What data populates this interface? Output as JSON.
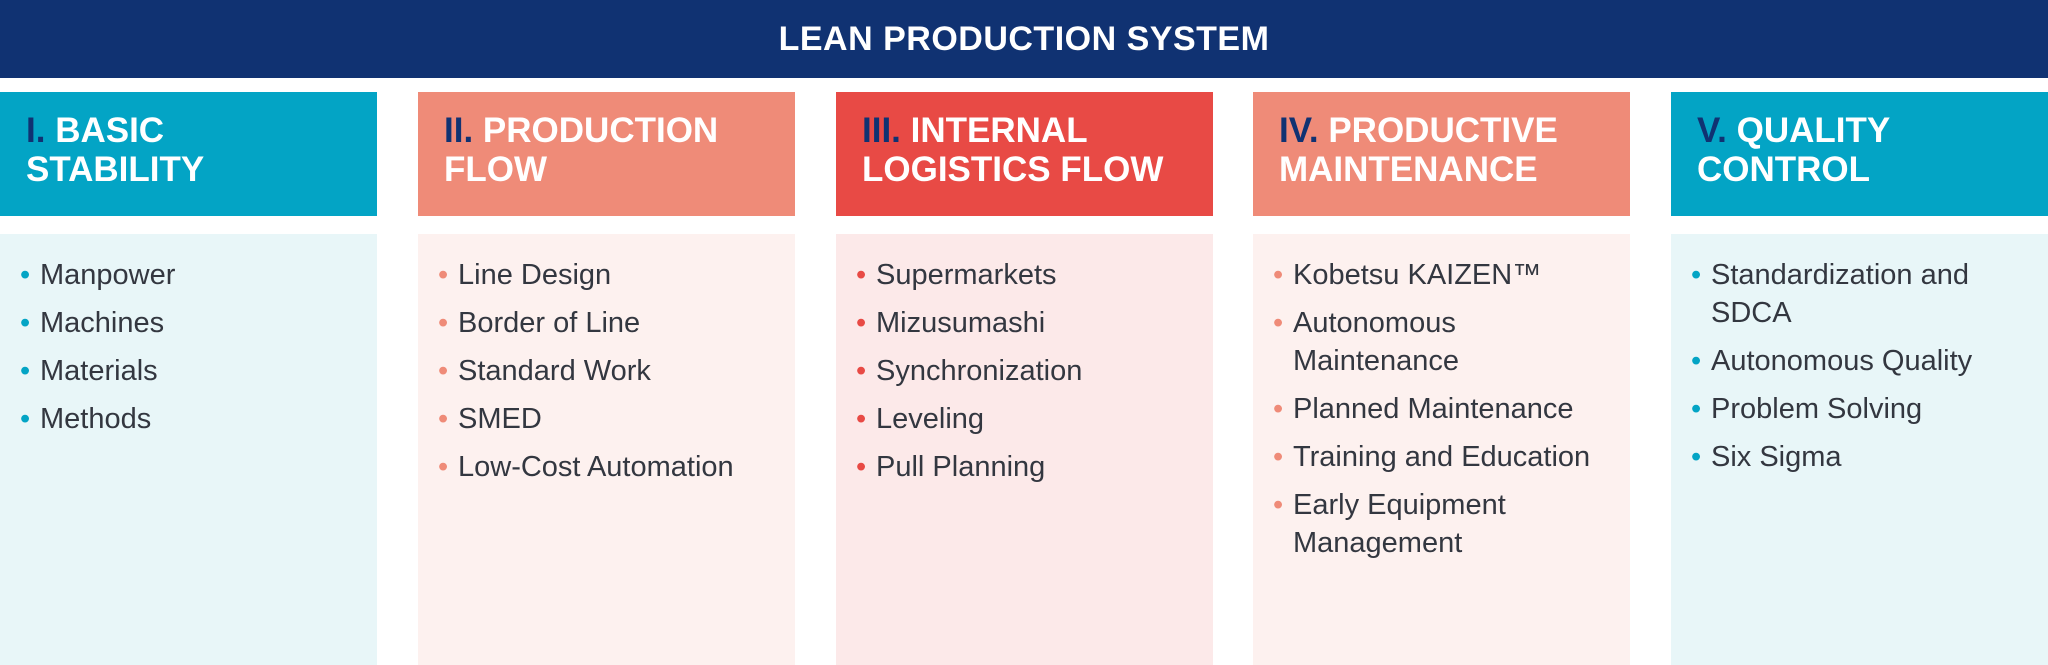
{
  "banner": {
    "title": "LEAN PRODUCTION SYSTEM"
  },
  "columns": [
    {
      "numeral": "I.",
      "title_line1": "BASIC",
      "title_line2": "STABILITY",
      "items": [
        "Manpower",
        "Machines",
        "Materials",
        "Methods"
      ]
    },
    {
      "numeral": "II.",
      "title_line1": "PRODUCTION",
      "title_line2": "FLOW",
      "items": [
        "Line Design",
        "Border of Line",
        "Standard Work",
        "SMED",
        "Low-Cost Automation"
      ]
    },
    {
      "numeral": "III.",
      "title_line1": "INTERNAL",
      "title_line2": "LOGISTICS FLOW",
      "items": [
        "Supermarkets",
        "Mizusumashi",
        "Synchronization",
        "Leveling",
        "Pull Planning"
      ]
    },
    {
      "numeral": "IV.",
      "title_line1": "PRODUCTIVE",
      "title_line2": "MAINTENANCE",
      "items": [
        "Kobetsu KAIZEN™",
        "Autonomous Maintenance",
        "Planned Maintenance",
        "Training and Education",
        "Early Equipment Management"
      ]
    },
    {
      "numeral": "V.",
      "title_line1": "QUALITY",
      "title_line2": "CONTROL",
      "items": [
        "Standardization and SDCA",
        "Autonomous Quality",
        "Problem Solving",
        "Six Sigma"
      ]
    }
  ],
  "colors": {
    "banner": "#103272",
    "teal": "#03a4c5",
    "salmon": "#ef8b78",
    "red": "#e84a45",
    "numeral": "#103272"
  }
}
